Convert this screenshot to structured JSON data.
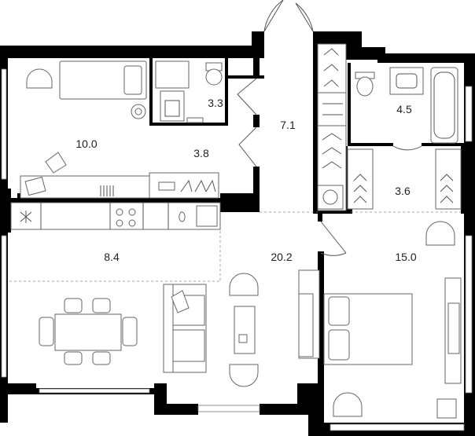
{
  "plan": {
    "rooms": [
      {
        "id": "bedroom-1",
        "area": "10.0"
      },
      {
        "id": "bathroom-1",
        "area": "3.3"
      },
      {
        "id": "hall",
        "area": "7.1"
      },
      {
        "id": "bathroom-2",
        "area": "4.5"
      },
      {
        "id": "corridor",
        "area": "3.8"
      },
      {
        "id": "wardrobe",
        "area": "3.6"
      },
      {
        "id": "kitchen",
        "area": "8.4"
      },
      {
        "id": "living",
        "area": "20.2"
      },
      {
        "id": "bedroom-2",
        "area": "15.0"
      }
    ]
  }
}
